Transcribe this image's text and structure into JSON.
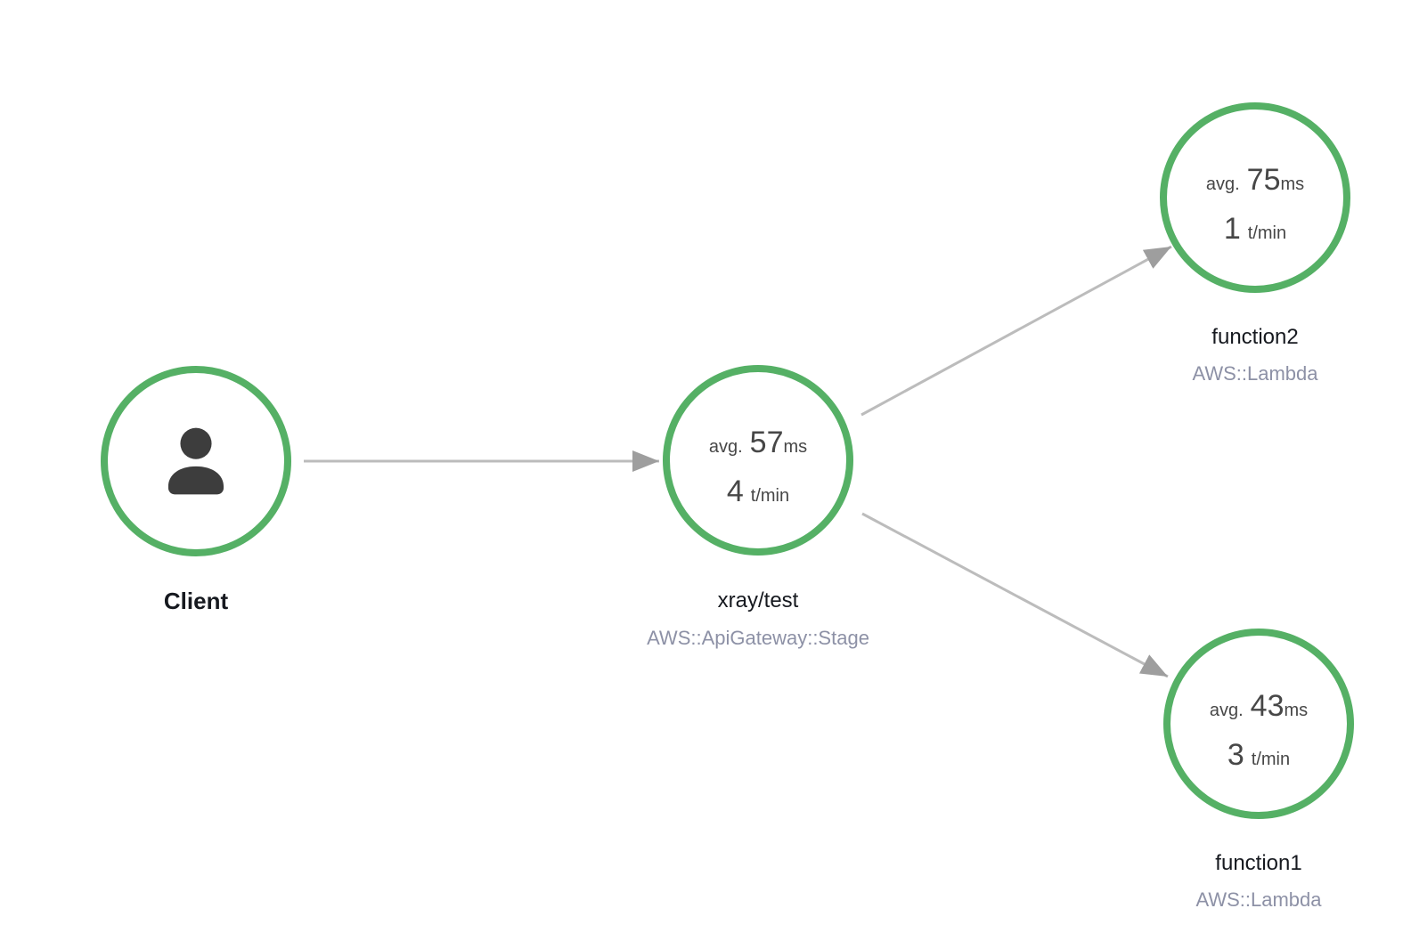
{
  "colors": {
    "node_ok": "#55b065",
    "edge": "#bcbcbc",
    "arrow": "#9e9e9e",
    "label": "#16191f",
    "sublabel": "#8d91a6",
    "stats": "#474747",
    "person_icon": "#3d3d3d"
  },
  "nodes": {
    "client": {
      "label": "Client",
      "icon": "person-icon"
    },
    "gateway": {
      "label": "xray/test",
      "sublabel": "AWS::ApiGateway::Stage",
      "avg_label": "avg.",
      "avg_value": "57",
      "avg_unit": "ms",
      "rate_value": "4",
      "rate_unit": "t/min"
    },
    "function2": {
      "label": "function2",
      "sublabel": "AWS::Lambda",
      "avg_label": "avg.",
      "avg_value": "75",
      "avg_unit": "ms",
      "rate_value": "1",
      "rate_unit": "t/min"
    },
    "function1": {
      "label": "function1",
      "sublabel": "AWS::Lambda",
      "avg_label": "avg.",
      "avg_value": "43",
      "avg_unit": "ms",
      "rate_value": "3",
      "rate_unit": "t/min"
    }
  },
  "edges": [
    {
      "from": "Client",
      "to": "xray/test"
    },
    {
      "from": "xray/test",
      "to": "function2"
    },
    {
      "from": "xray/test",
      "to": "function1"
    }
  ]
}
